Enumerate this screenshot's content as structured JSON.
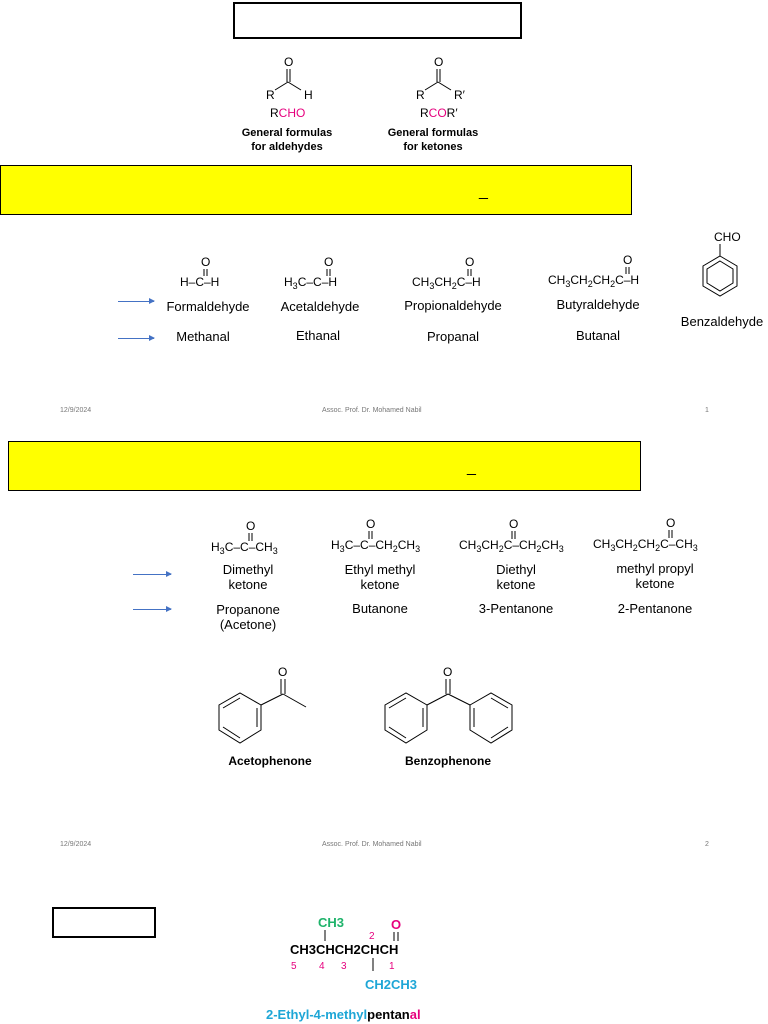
{
  "slide1": {
    "general": {
      "aldehyde_formula": [
        "R",
        "CHO"
      ],
      "aldehyde_caption": [
        "General formulas",
        "for aldehydes"
      ],
      "ketone_formula": [
        "R",
        "CO",
        "R′"
      ],
      "ketone_caption": [
        "General formulas",
        "for ketones"
      ],
      "atoms": {
        "O": "O",
        "R": "R",
        "H": "H",
        "Rp": "R′"
      }
    },
    "dash": "_",
    "aldehydes": [
      {
        "common": "Formaldehyde",
        "iupac": "Methanal"
      },
      {
        "common": "Acetaldehyde",
        "iupac": "Ethanal"
      },
      {
        "common": "Propionaldehyde",
        "iupac": "Propanal"
      },
      {
        "common": "Butyraldehyde",
        "iupac": "Butanal"
      }
    ],
    "benzaldehyde": {
      "label": "Benzaldehyde",
      "group": "CHO"
    },
    "footer": {
      "date": "12/9/2024",
      "author": "Assoc. Prof. Dr. Mohamed Nabil",
      "page": "1"
    }
  },
  "slide2": {
    "dash": "_",
    "ketones": [
      {
        "common": [
          "Dimethyl",
          "ketone"
        ],
        "iupac": [
          "Propanone",
          "(Acetone)"
        ]
      },
      {
        "common": [
          "Ethyl methyl",
          "ketone"
        ],
        "iupac": [
          "Butanone"
        ]
      },
      {
        "common": [
          "Diethyl",
          "ketone"
        ],
        "iupac": [
          "3-Pentanone"
        ]
      },
      {
        "common": [
          "methyl propyl",
          "ketone"
        ],
        "iupac": [
          "2-Pentanone"
        ]
      }
    ],
    "aromatic": {
      "acetophenone": "Acetophenone",
      "benzophenone": "Benzophenone",
      "O": "O"
    },
    "footer": {
      "date": "12/9/2024",
      "author": "Assoc. Prof. Dr. Mohamed Nabil",
      "page": "2"
    }
  },
  "slide3": {
    "example": {
      "branch_top": "CH3",
      "chain": "CH3CHCH2CHCH",
      "branch_bottom": "CH2CH3",
      "oxygen": "O",
      "numbers": [
        "5",
        "4",
        "3",
        "2",
        "1"
      ],
      "name_parts": [
        "2-Ethyl-4-methyl",
        "pentan",
        "al"
      ]
    }
  },
  "colors": {
    "yellow": "#ffff00",
    "pink": "#e6007e",
    "green": "#1fb36b",
    "cyan": "#1ea6d6",
    "arrow": "#4472c4"
  }
}
